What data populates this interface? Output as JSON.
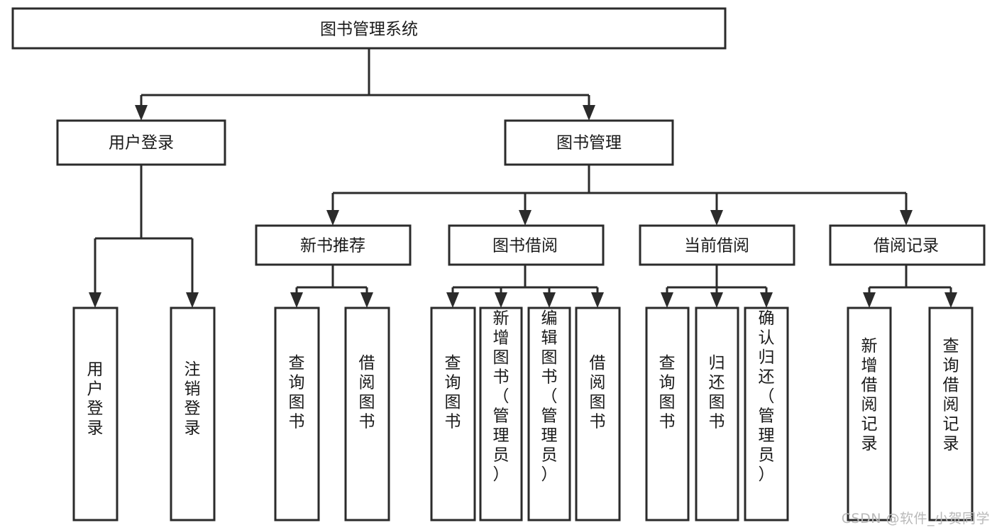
{
  "diagram": {
    "type": "tree",
    "title": "图书管理系统",
    "colors": {
      "box_stroke": "#2b2b2b",
      "box_fill": "#ffffff",
      "text": "#1a1a1a",
      "link": "#2b2b2b",
      "background": "#ffffff",
      "watermark": "#b9b9b9"
    },
    "root": {
      "label": "图书管理系统"
    },
    "level2": [
      {
        "label": "用户登录"
      },
      {
        "label": "图书管理"
      }
    ],
    "level3": [
      {
        "label": "新书推荐"
      },
      {
        "label": "图书借阅"
      },
      {
        "label": "当前借阅"
      },
      {
        "label": "借阅记录"
      }
    ],
    "leaves": {
      "user_login": [
        {
          "label": "用户登录"
        },
        {
          "label": "注销登录"
        }
      ],
      "new_book_recommend": [
        {
          "label": "查询图书"
        },
        {
          "label": "借阅图书"
        }
      ],
      "book_borrow": [
        {
          "label": "查询图书"
        },
        {
          "label": "新增图书（管理员）"
        },
        {
          "label": "编辑图书（管理员）"
        },
        {
          "label": "借阅图书"
        }
      ],
      "current_borrow": [
        {
          "label": "查询图书"
        },
        {
          "label": "归还图书"
        },
        {
          "label": "确认归还（管理员）"
        }
      ],
      "borrow_record": [
        {
          "label": "新增借阅记录"
        },
        {
          "label": "查询借阅记录"
        }
      ]
    }
  },
  "watermark": {
    "text": "CSDN @软件_小贺同学"
  }
}
